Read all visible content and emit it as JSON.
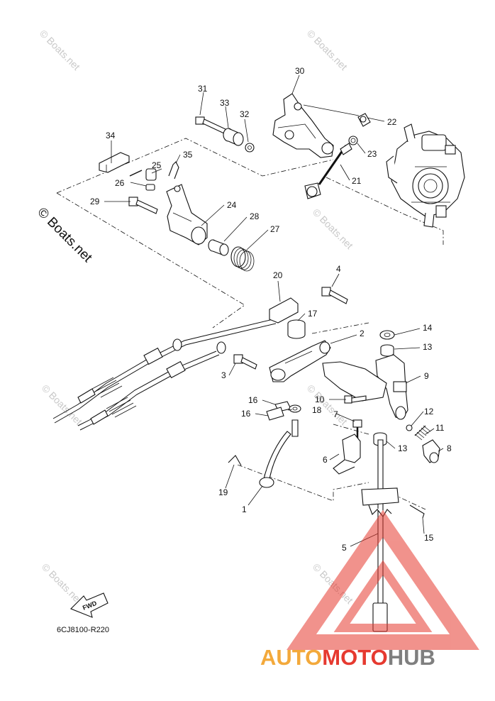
{
  "diagram": {
    "part_code": "6CJ8100-R220",
    "fwd_label": "FWD",
    "watermark_text": "© Boats.net",
    "brand": {
      "part1": "AUTO",
      "part2": "MOTO",
      "part3": "HUB",
      "color_auto": "#f3a93b",
      "color_moto": "#e63a30",
      "color_hub": "#7f7f7f"
    },
    "callouts": [
      {
        "id": "c30",
        "label": "30"
      },
      {
        "id": "c31",
        "label": "31"
      },
      {
        "id": "c33",
        "label": "33"
      },
      {
        "id": "c32",
        "label": "32"
      },
      {
        "id": "c22",
        "label": "22"
      },
      {
        "id": "c34",
        "label": "34"
      },
      {
        "id": "c35",
        "label": "35"
      },
      {
        "id": "c25",
        "label": "25"
      },
      {
        "id": "c26",
        "label": "26"
      },
      {
        "id": "c23",
        "label": "23"
      },
      {
        "id": "c21",
        "label": "21"
      },
      {
        "id": "c29",
        "label": "29"
      },
      {
        "id": "c24",
        "label": "24"
      },
      {
        "id": "c28",
        "label": "28"
      },
      {
        "id": "c27",
        "label": "27"
      },
      {
        "id": "c20",
        "label": "20"
      },
      {
        "id": "c4",
        "label": "4"
      },
      {
        "id": "c17",
        "label": "17"
      },
      {
        "id": "c14",
        "label": "14"
      },
      {
        "id": "c2",
        "label": "2"
      },
      {
        "id": "c13a",
        "label": "13"
      },
      {
        "id": "c3",
        "label": "3"
      },
      {
        "id": "c9",
        "label": "9"
      },
      {
        "id": "c10",
        "label": "10"
      },
      {
        "id": "c16a",
        "label": "16"
      },
      {
        "id": "c16b",
        "label": "16"
      },
      {
        "id": "c18",
        "label": "18"
      },
      {
        "id": "c7",
        "label": "7"
      },
      {
        "id": "c12",
        "label": "12"
      },
      {
        "id": "c11",
        "label": "11"
      },
      {
        "id": "c13b",
        "label": "13"
      },
      {
        "id": "c8",
        "label": "8"
      },
      {
        "id": "c6",
        "label": "6"
      },
      {
        "id": "c19",
        "label": "19"
      },
      {
        "id": "c1",
        "label": "1"
      },
      {
        "id": "c15",
        "label": "15"
      },
      {
        "id": "c5",
        "label": "5"
      }
    ]
  }
}
